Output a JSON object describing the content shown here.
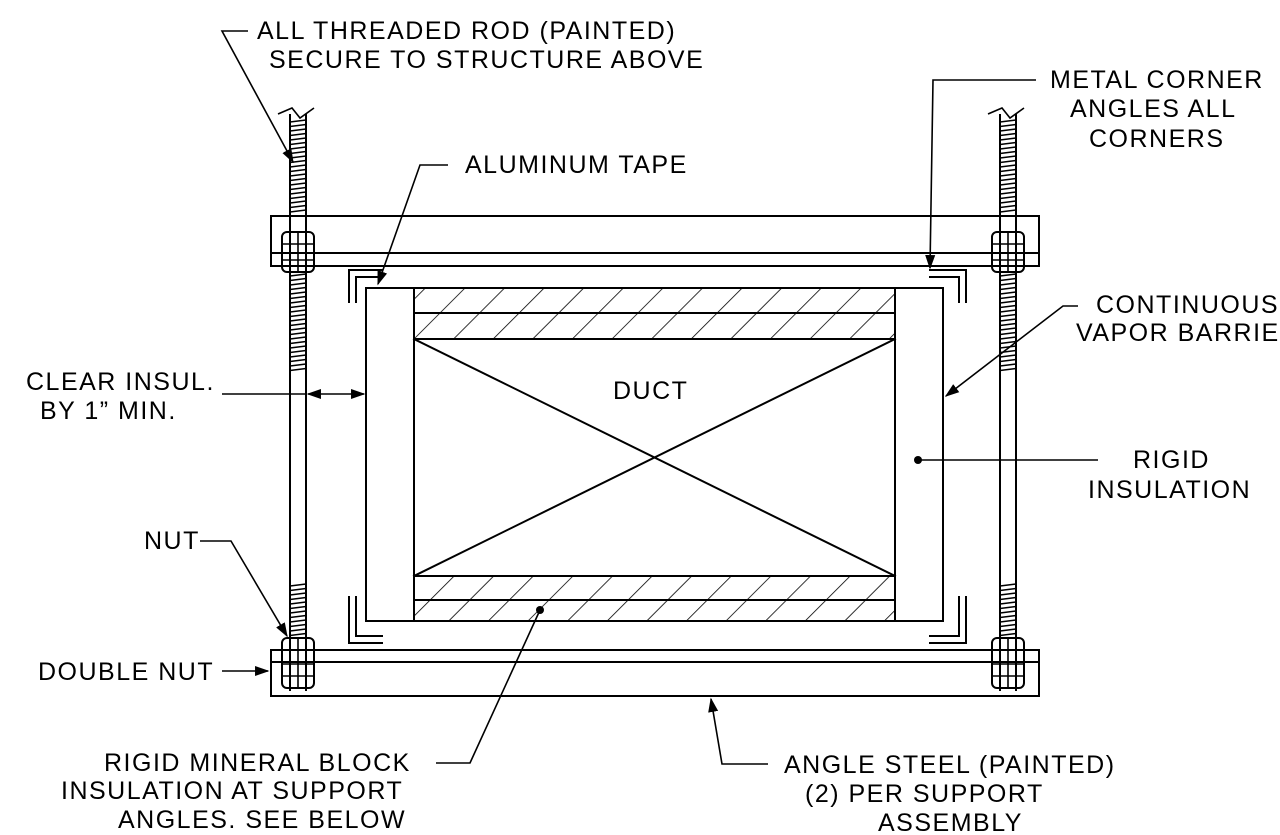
{
  "labels": {
    "threaded_rod": [
      "ALL THREADED ROD (PAINTED)",
      "SECURE TO STRUCTURE ABOVE"
    ],
    "metal_corner": [
      "METAL CORNER",
      "ANGLES ALL",
      "CORNERS"
    ],
    "aluminum_tape": [
      "ALUMINUM TAPE"
    ],
    "vapor_barrier": [
      "CONTINUOUS",
      "VAPOR BARRIER"
    ],
    "clear_insul": [
      "CLEAR INSUL.",
      "BY 1” MIN."
    ],
    "duct": [
      "DUCT"
    ],
    "rigid_insulation": [
      "RIGID",
      "INSULATION"
    ],
    "nut": [
      "NUT"
    ],
    "double_nut": [
      "DOUBLE NUT"
    ],
    "mineral_block": [
      "RIGID MINERAL BLOCK",
      "INSULATION AT SUPPORT",
      "ANGLES. SEE BELOW"
    ],
    "angle_steel": [
      "ANGLE STEEL (PAINTED)",
      "(2) PER SUPPORT",
      "ASSEMBLY"
    ]
  }
}
